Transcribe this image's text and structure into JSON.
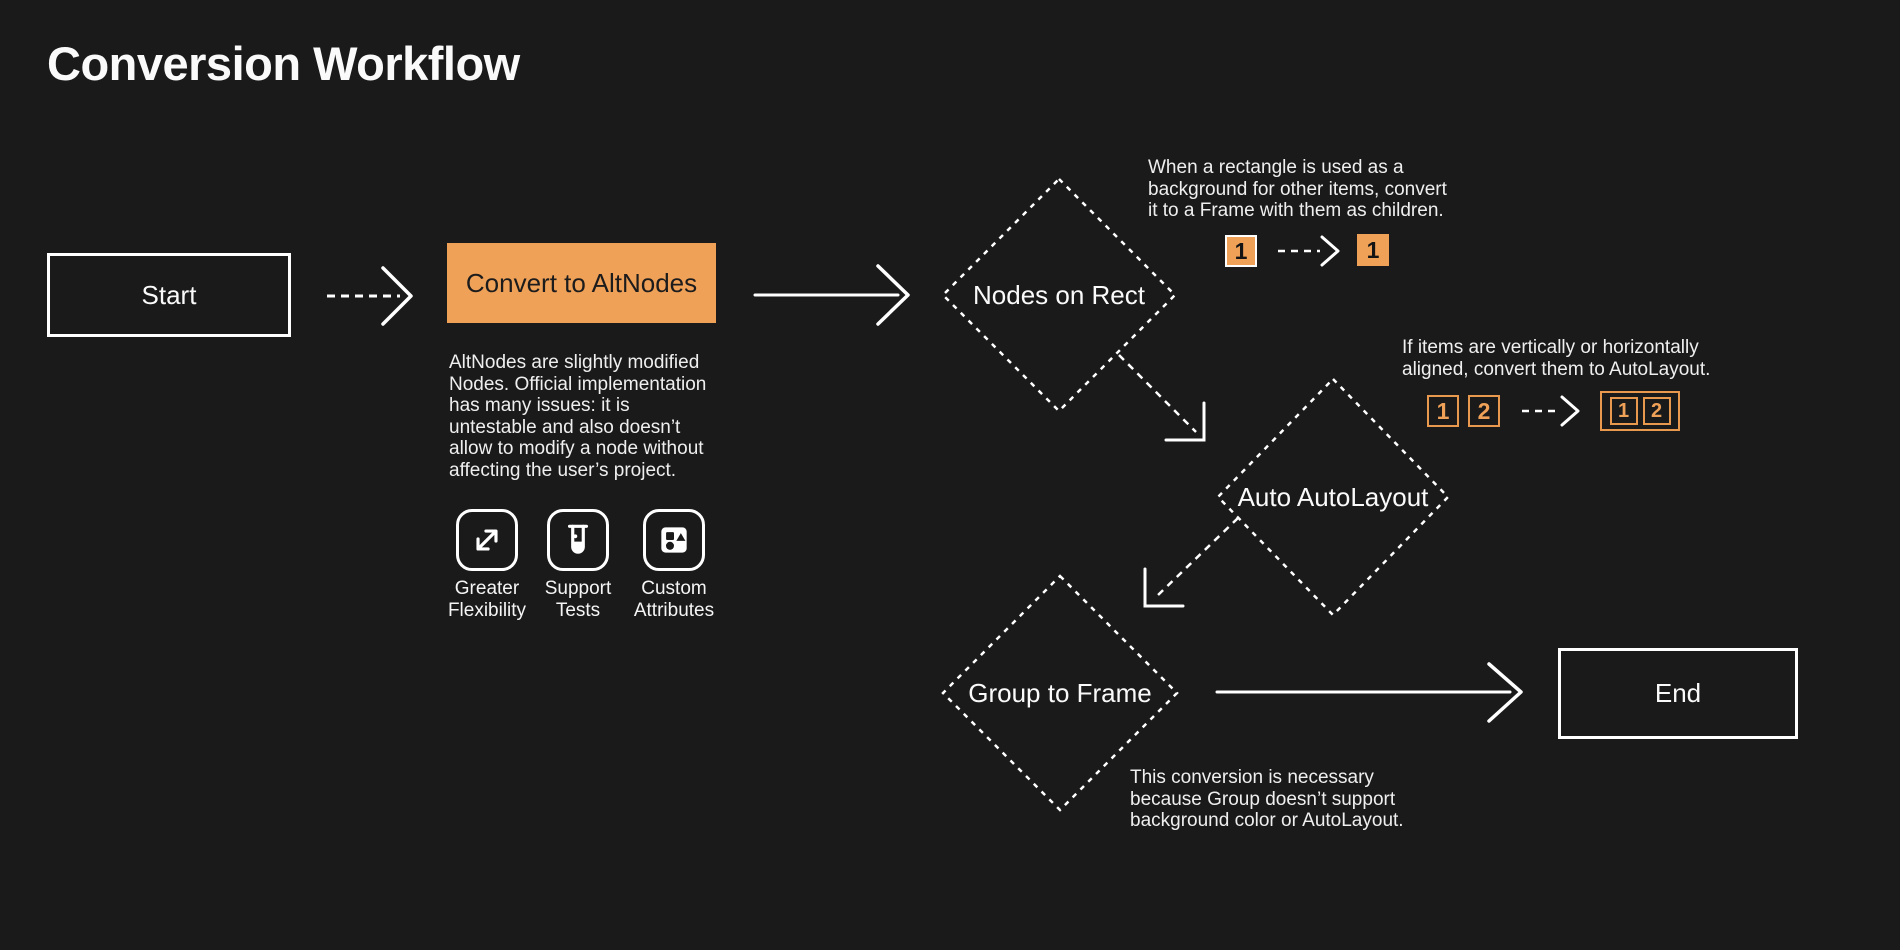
{
  "colors": {
    "background": "#1A1A1A",
    "accent_orange": "#F0A158",
    "line_white": "#FFFFFF",
    "dark_text_on_orange": "#1C1C1C"
  },
  "title": "Conversion Workflow",
  "flow": {
    "start": {
      "label": "Start"
    },
    "convert_alt_nodes": {
      "label": "Convert to AltNodes",
      "description": "AltNodes are slightly modified\nNodes. Official implementation\nhas many issues: it is\nuntestable and also doesn’t\nallow to modify a node without\naffecting the user’s project.",
      "features": [
        {
          "icon": "expand-arrows-icon",
          "label": "Greater\nFlexibility"
        },
        {
          "icon": "test-tube-icon",
          "label": "Support\nTests"
        },
        {
          "icon": "shapes-icon",
          "label": "Custom\nAttributes"
        }
      ]
    },
    "nodes_on_rect": {
      "label": "Nodes on Rect",
      "annotation": "When a rectangle is used as a\nbackground for other items, convert\nit to a Frame with them as children.",
      "demo_before": "1",
      "demo_after": "1"
    },
    "auto_autolayout": {
      "label": "Auto AutoLayout",
      "annotation": "If items are vertically or horizontally\naligned, convert them to AutoLayout.",
      "demo_before": [
        "1",
        "2"
      ],
      "demo_after": [
        "1",
        "2"
      ]
    },
    "group_to_frame": {
      "label": "Group to Frame",
      "annotation": "This conversion is necessary\nbecause Group doesn’t support\nbackground color or AutoLayout."
    },
    "end": {
      "label": "End"
    }
  }
}
